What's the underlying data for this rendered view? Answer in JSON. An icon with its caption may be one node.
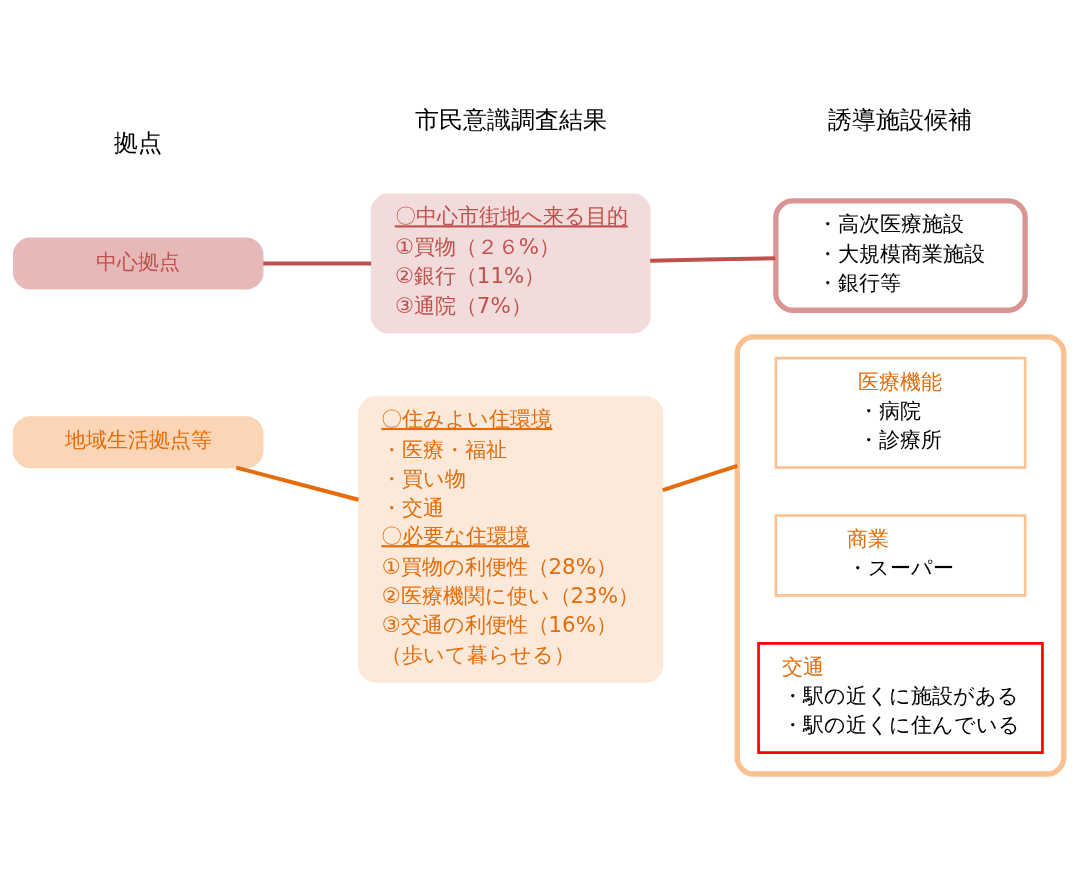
{
  "diagram": {
    "nodes": [
      {
        "text": [
          "中心拠点"
        ]
      },
      {
        "text": [
          "〇中心市街地へ来る目的",
          "①買物（２６%）",
          "②銀行（11%）",
          "③通院（7%）"
        ]
      },
      {
        "text": [
          "・高次医療施設",
          "・大規模商業施設",
          "・銀行等"
        ]
      },
      {
        "text": [
          "地域生活拠点等"
        ]
      },
      {
        "text": [
          "〇住みよい住環境",
          "・医療・福祉",
          "・買い物",
          "・交通",
          "〇必要な住環境",
          "①買物の利便性（28%）",
          "②医療機関に使い（23%）",
          "③交通の利便性（16%）",
          "（歩いて暮らせる）"
        ]
      },
      {
        "text": [],
        "shape": "box"
      },
      {
        "text": [
          "医療機能",
          "・病院",
          "・診療所"
        ],
        "in": 5
      },
      {
        "text": [
          "商業",
          "・スーパー"
        ],
        "in": 5
      },
      {
        "text": [
          "交通",
          "・駅の近くに施設がある",
          "・駅の近くに住んでいる"
        ],
        "in": 5
      }
    ],
    "edges": [
      {
        "from": 0,
        "to": 1,
        "arrow": "none",
        "color": "#c0504d"
      },
      {
        "from": 1,
        "to": 2,
        "arrow": "none",
        "color": "#c0504d"
      },
      {
        "from": 3,
        "to": 4,
        "arrow": "none",
        "color": "#e46c0a"
      },
      {
        "from": 4,
        "to": 5,
        "arrow": "none",
        "color": "#e46c0a"
      }
    ],
    "labels": [
      "拠点",
      "市民意識調査結果",
      "誘導施設候補"
    ]
  }
}
